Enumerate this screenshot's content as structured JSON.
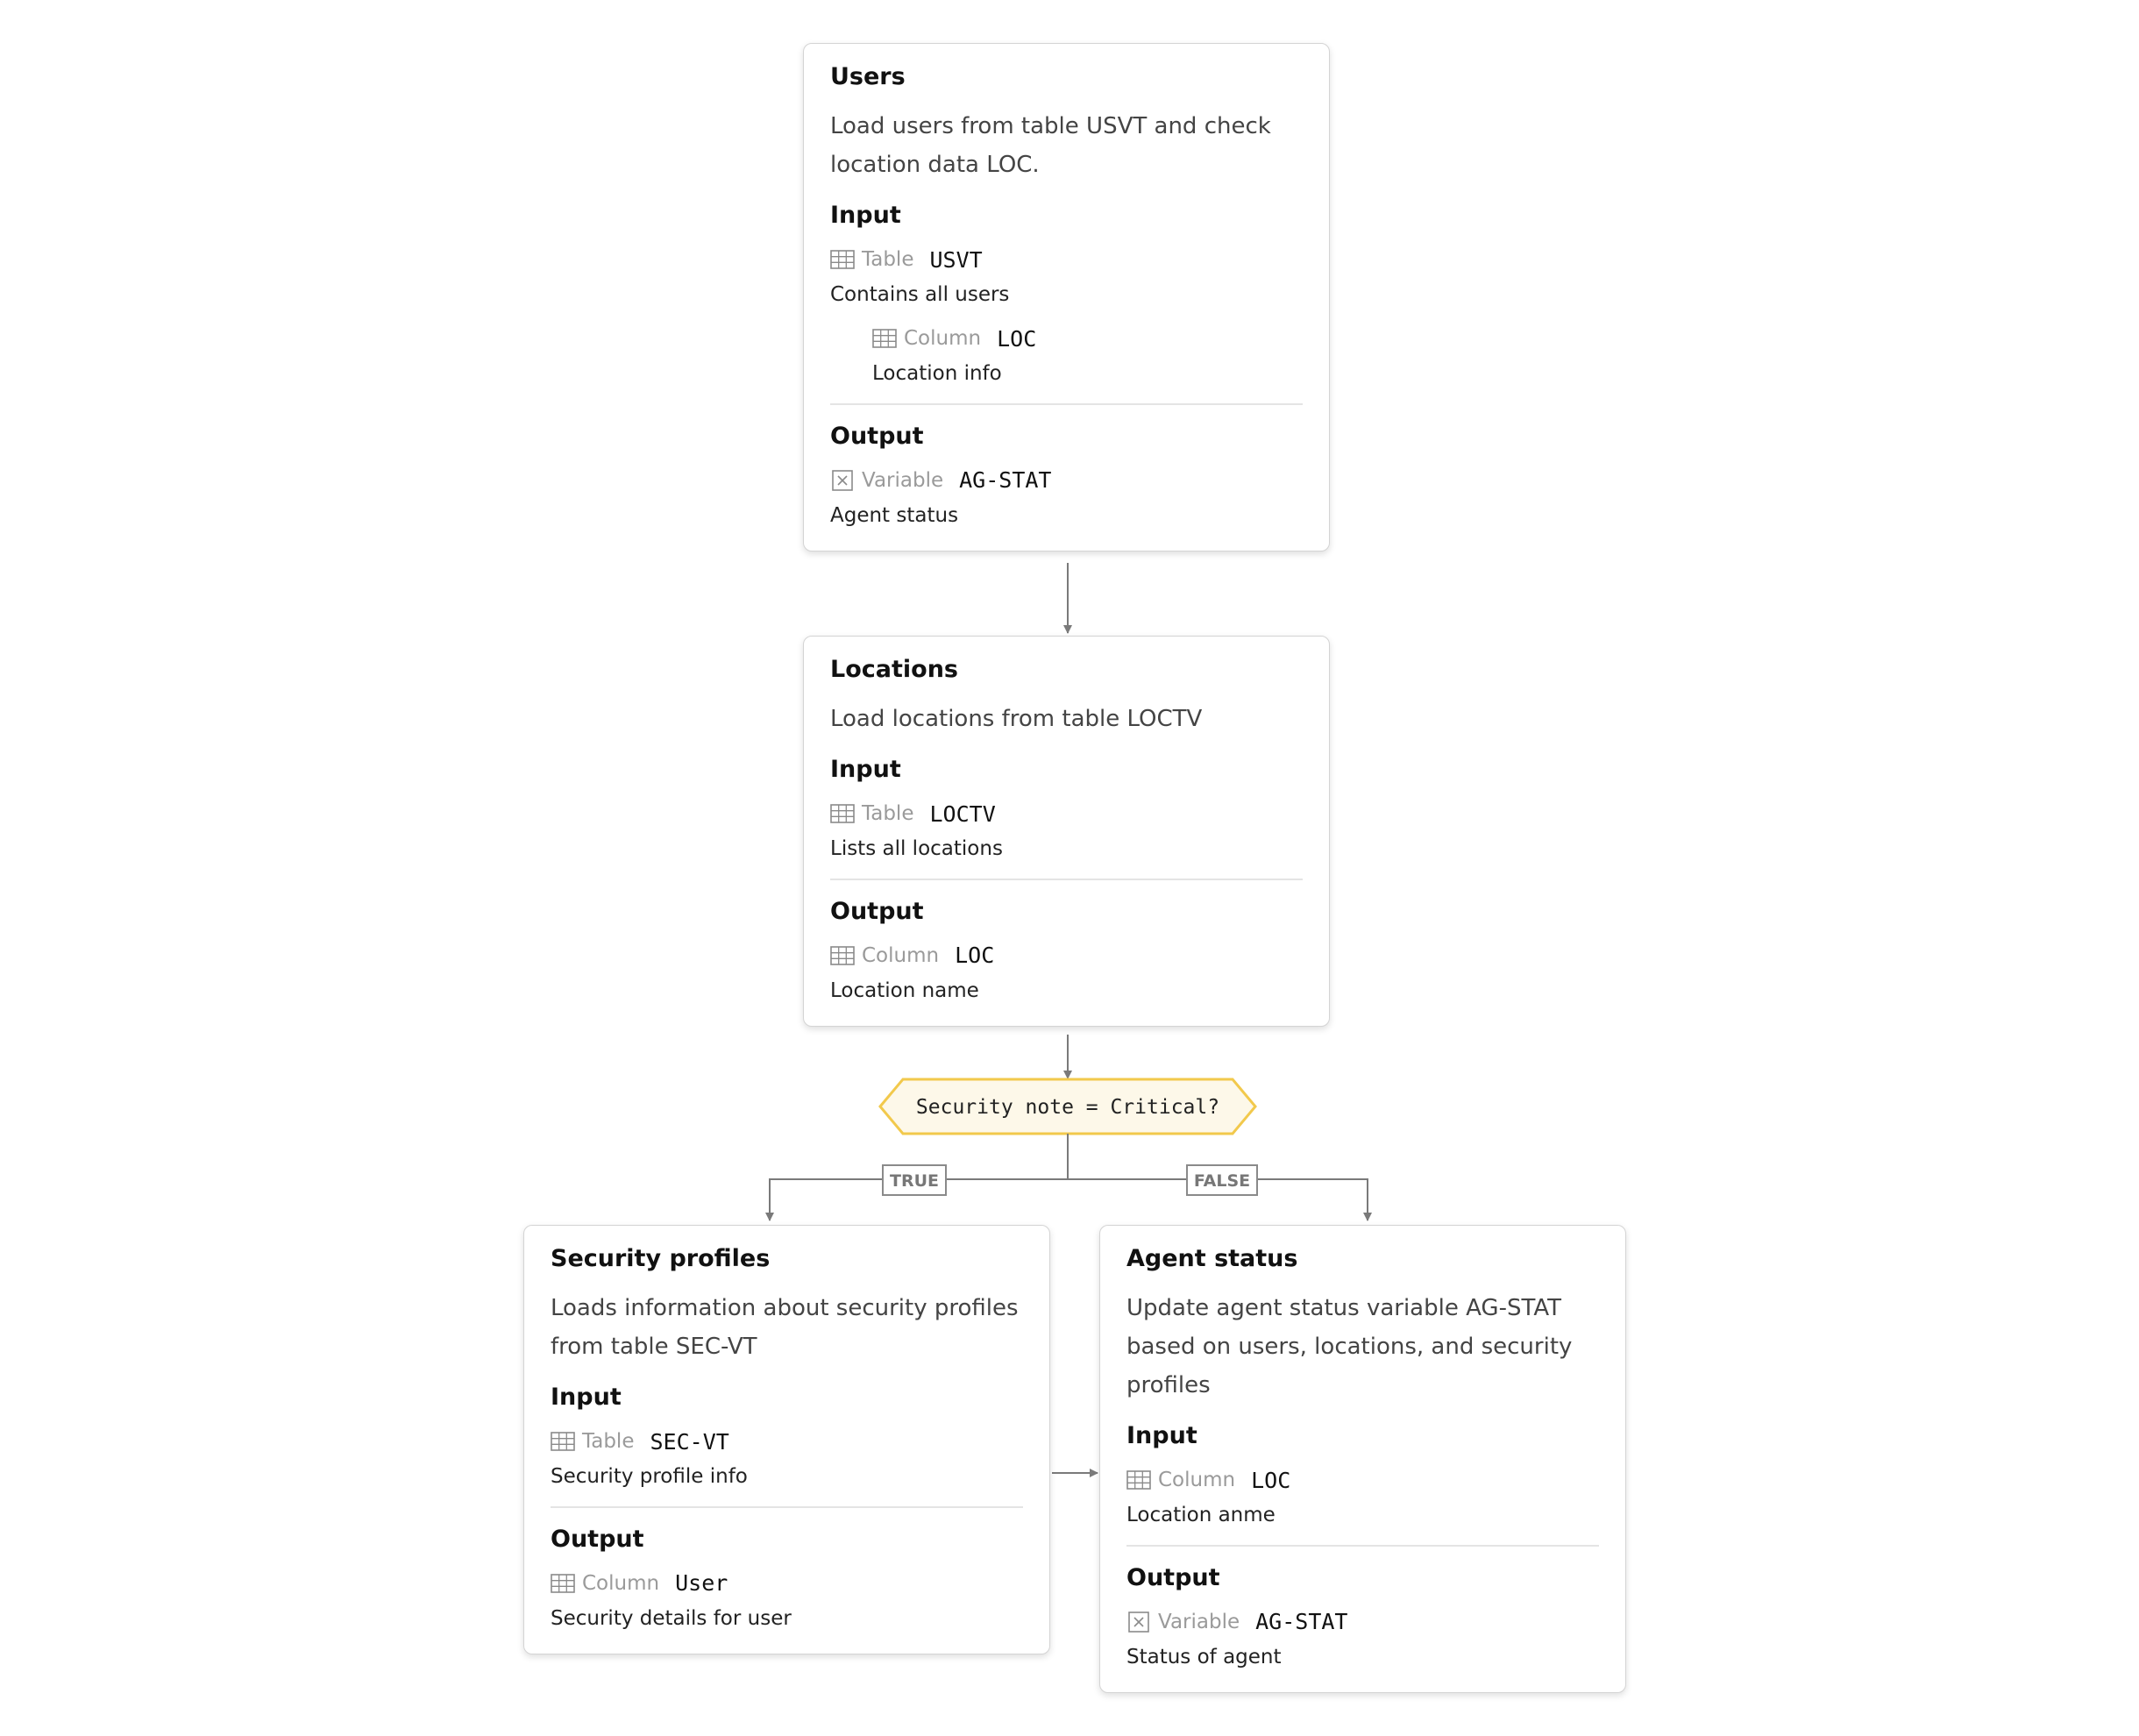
{
  "nodes": {
    "users": {
      "title": "Users",
      "description": "Load users from table USVT and check location data LOC.",
      "input_title": "Input",
      "inputs": [
        {
          "icon": "table-icon",
          "kind": "Table",
          "name": "USVT",
          "desc": "Contains all users"
        },
        {
          "icon": "table-icon",
          "kind": "Column",
          "name": "LOC",
          "desc": "Location info"
        }
      ],
      "output_title": "Output",
      "outputs": [
        {
          "icon": "variable-icon",
          "kind": "Variable",
          "name": "AG-STAT",
          "desc": "Agent status"
        }
      ]
    },
    "locations": {
      "title": "Locations",
      "description": "Load locations from table LOCTV",
      "input_title": "Input",
      "inputs": [
        {
          "icon": "table-icon",
          "kind": "Table",
          "name": "LOCTV",
          "desc": "Lists all locations"
        }
      ],
      "output_title": "Output",
      "outputs": [
        {
          "icon": "table-icon",
          "kind": "Column",
          "name": "LOC",
          "desc": "Location name"
        }
      ]
    },
    "security_profiles": {
      "title": "Security profiles",
      "description": "Loads information about security profiles from table SEC-VT",
      "input_title": "Input",
      "inputs": [
        {
          "icon": "table-icon",
          "kind": "Table",
          "name": "SEC-VT",
          "desc": "Security profile info"
        }
      ],
      "output_title": "Output",
      "outputs": [
        {
          "icon": "table-icon",
          "kind": "Column",
          "name": "User",
          "desc": "Security details for user"
        }
      ]
    },
    "agent_status": {
      "title": "Agent status",
      "description": "Update agent status variable AG-STAT based on users, locations, and security profiles",
      "input_title": "Input",
      "inputs": [
        {
          "icon": "table-icon",
          "kind": "Column",
          "name": "LOC",
          "desc": "Location anme"
        }
      ],
      "output_title": "Output",
      "outputs": [
        {
          "icon": "variable-icon",
          "kind": "Variable",
          "name": "AG-STAT",
          "desc": "Status of agent"
        }
      ]
    }
  },
  "decision": {
    "label": "Security note = Critical?",
    "true_label": "TRUE",
    "false_label": "FALSE"
  },
  "colors": {
    "decision_border": "#f2c94c",
    "decision_fill": "#fdf8e9",
    "connector": "#7a7a7a",
    "edge_label_border": "#8a8a8a"
  }
}
